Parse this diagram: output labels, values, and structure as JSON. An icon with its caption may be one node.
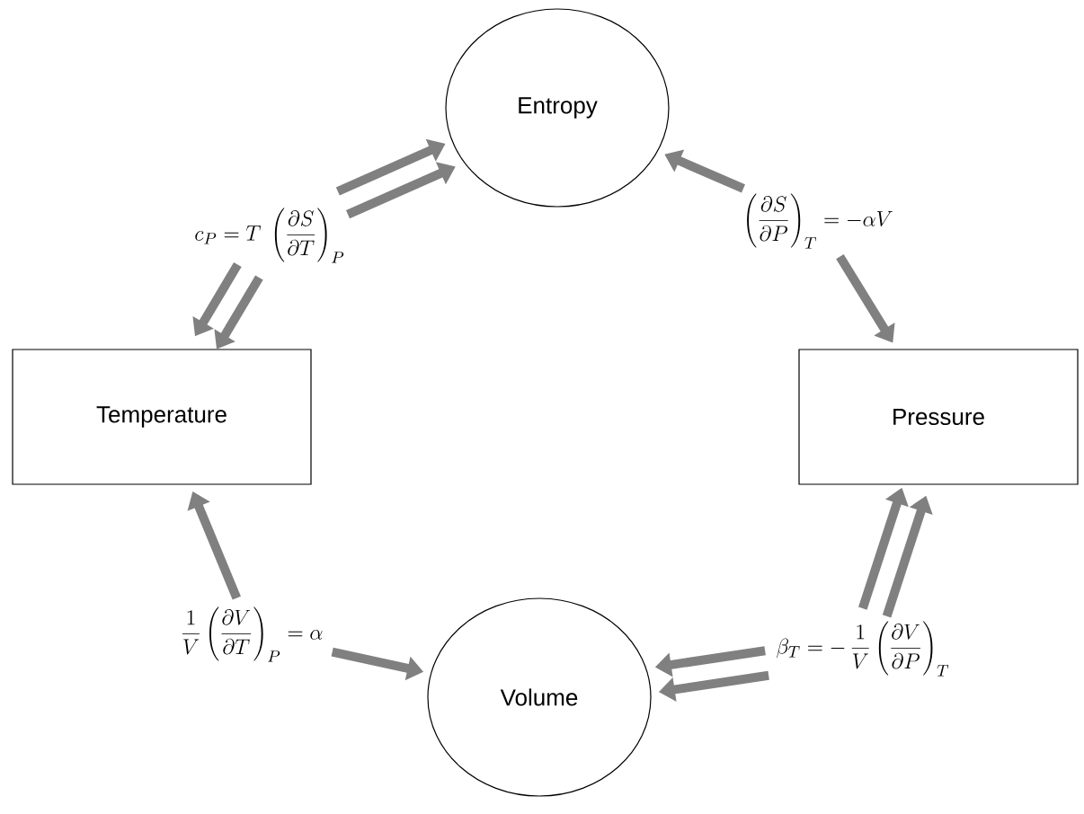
{
  "diagram": {
    "nodes": [
      {
        "text": [
          "Entropy"
        ]
      },
      {
        "text": [
          "Temperature"
        ]
      },
      {
        "text": [
          "Pressure"
        ]
      },
      {
        "text": [
          "Volume"
        ]
      },
      {
        "text": [
          "c_P = T\\;\\left(\\frac{\\partial S}{\\partial T}\\right)_P"
        ]
      },
      {
        "text": [
          "\\left(\\frac{\\partial S}{\\partial P}\\right)_T = -\\alpha V"
        ]
      },
      {
        "text": [
          "\\frac{1}{V}\\left(\\frac{\\partial V}{\\partial T}\\right)_P = \\alpha"
        ]
      },
      {
        "text": [
          "\\beta_T = -\\,\\frac{1}{V}\\left(\\frac{\\partial V}{\\partial P}\\right)_T"
        ]
      }
    ],
    "edges": [
      {
        "from": 4,
        "to": 0,
        "arrow": "to"
      },
      {
        "from": 4,
        "to": 0,
        "arrow": "to"
      },
      {
        "from": 4,
        "to": 1,
        "arrow": "to"
      },
      {
        "from": 4,
        "to": 1,
        "arrow": "to"
      },
      {
        "from": 5,
        "to": 0,
        "arrow": "to"
      },
      {
        "from": 5,
        "to": 2,
        "arrow": "to"
      },
      {
        "from": 6,
        "to": 1,
        "arrow": "to"
      },
      {
        "from": 6,
        "to": 3,
        "arrow": "to"
      },
      {
        "from": 7,
        "to": 2,
        "arrow": "to"
      },
      {
        "from": 7,
        "to": 2,
        "arrow": "to"
      },
      {
        "from": 7,
        "to": 3,
        "arrow": "to"
      },
      {
        "from": 7,
        "to": 3,
        "arrow": "to"
      }
    ]
  }
}
